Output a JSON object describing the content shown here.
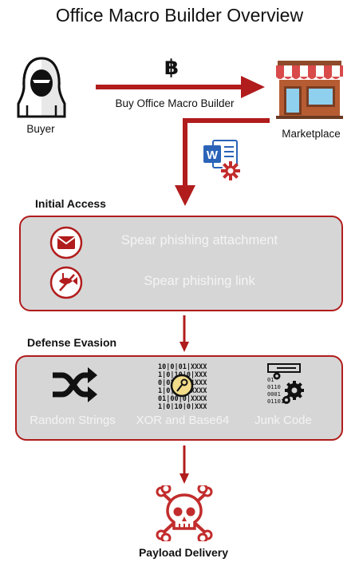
{
  "title": "Office Macro Builder Overview",
  "buyer": {
    "label": "Buyer",
    "icon": "hacker-icon"
  },
  "purchase": {
    "label": "Buy Office Macro Builder",
    "icon": "bitcoin-icon"
  },
  "marketplace": {
    "label": "Marketplace",
    "icon": "storefront-icon"
  },
  "tool_icon": "word-settings-icon",
  "initial_access": {
    "heading": "Initial Access",
    "items": [
      {
        "label": "Spear phishing attachment",
        "icon": "mail-icon"
      },
      {
        "label": "Spear phishing link",
        "icon": "phish-hook-icon"
      }
    ]
  },
  "defense_evasion": {
    "heading": "Defense Evasion",
    "items": [
      {
        "label": "Random Strings",
        "icon": "shuffle-icon"
      },
      {
        "label": "XOR and Base64",
        "icon": "encoded-key-icon"
      },
      {
        "label": "Junk Code",
        "icon": "code-gears-icon"
      }
    ]
  },
  "payload": {
    "label": "Payload Delivery",
    "icon": "skull-crossbones-icon"
  },
  "colors": {
    "accent": "#b11c1c",
    "panel": "#d6d6d6",
    "panel_text": "#f4f4f4"
  }
}
